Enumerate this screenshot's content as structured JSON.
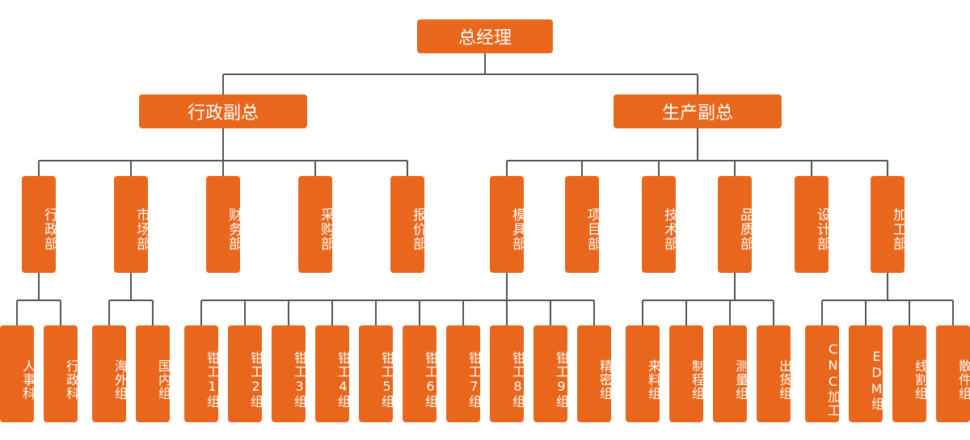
{
  "root": "总经理",
  "vps": [
    "行政副总",
    "生产副总"
  ],
  "depts": [
    "行政部",
    "市场部",
    "财务部",
    "采购部",
    "报价部",
    "模具部",
    "项目部",
    "技术部",
    "品质部",
    "设计部",
    "加工部"
  ],
  "teams": {
    "admin": [
      "人事科",
      "行政科"
    ],
    "market": [
      "海外组",
      "国内组"
    ],
    "mold": [
      "钳工1组",
      "钳工2组",
      "钳工3组",
      "钳工4组",
      "钳工5组",
      "钳工6组",
      "钳工7组",
      "钳工8组",
      "钳工9组",
      "精密组"
    ],
    "quality": [
      "来料组",
      "制程组",
      "测量组",
      "出货组"
    ],
    "process": [
      "CNC加工",
      "EDM组",
      "线割组",
      "散件组"
    ]
  },
  "colors": {
    "box": "#e8671c",
    "line": "#555555",
    "text": "#ffffff"
  }
}
